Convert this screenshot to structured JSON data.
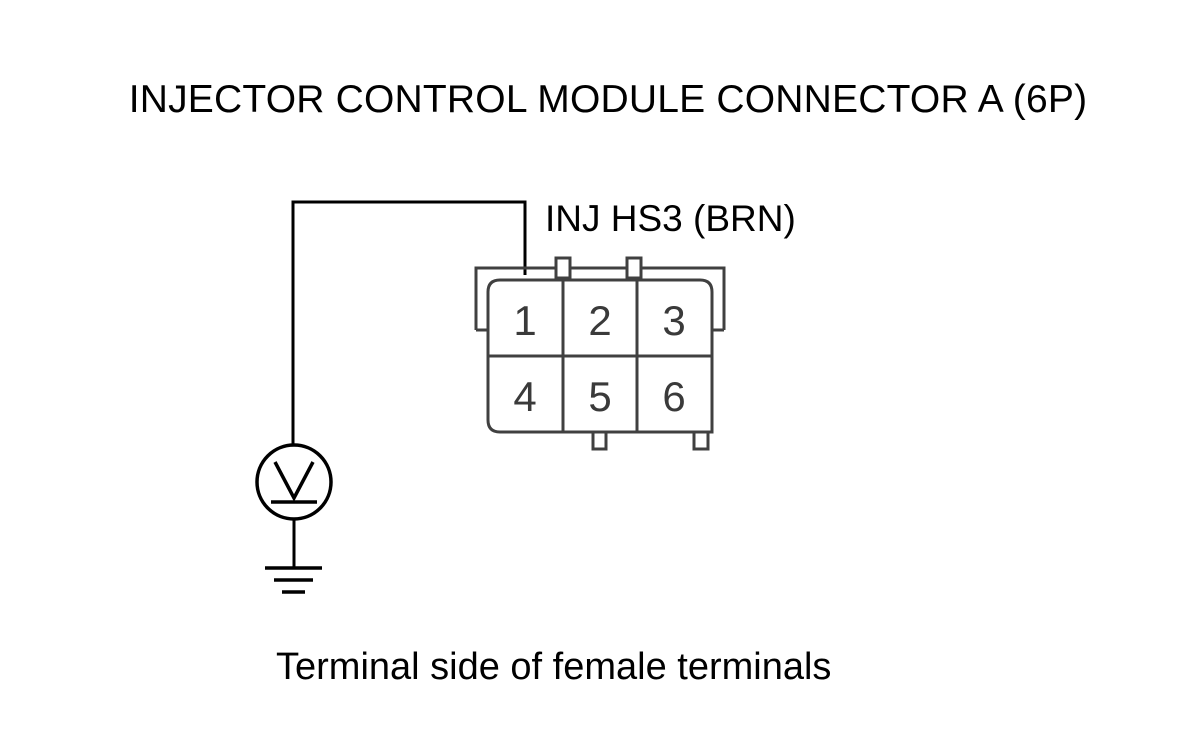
{
  "title": "INJECTOR CONTROL MODULE CONNECTOR A (6P)",
  "wire_label": "INJ HS3 (BRN)",
  "caption": "Terminal side of female terminals",
  "connector": {
    "terminals": [
      {
        "label": "1"
      },
      {
        "label": "2"
      },
      {
        "label": "3"
      },
      {
        "label": "4"
      },
      {
        "label": "5"
      },
      {
        "label": "6"
      }
    ]
  },
  "meter_icon": "voltmeter-icon",
  "ground_icon": "ground-icon",
  "colors": {
    "line": "#000000",
    "connector_outline": "#404040",
    "pin_text": "#3a3a3a"
  }
}
